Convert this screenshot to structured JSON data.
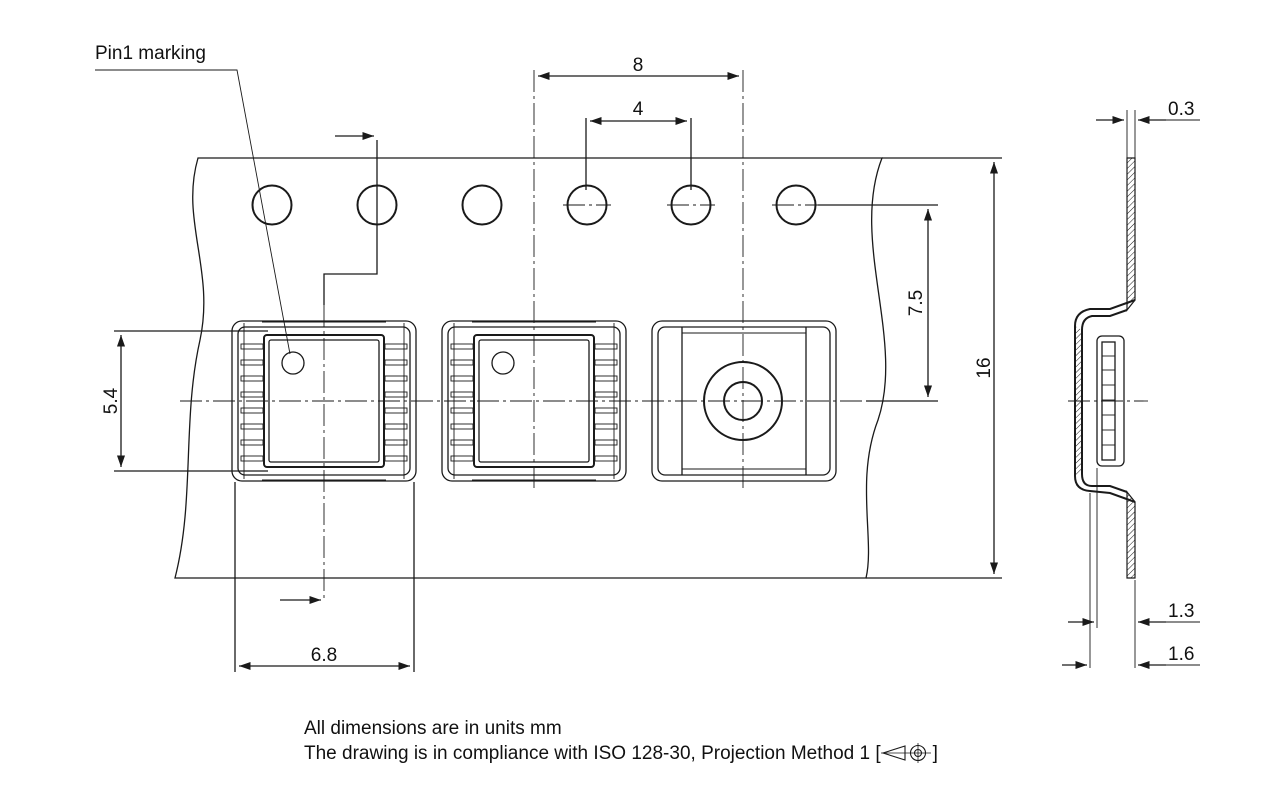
{
  "callout": {
    "pin1": "Pin1 marking"
  },
  "dims": {
    "pitch_8": "8",
    "pitch_4": "4",
    "offset_7_5": "7.5",
    "width_16": "16",
    "cavity_5_4": "5.4",
    "cavity_6_8": "6.8",
    "thick_0_3": "0.3",
    "depth_1_3": "1.3",
    "depth_1_6": "1.6"
  },
  "notes": {
    "units": "All dimensions are in units mm",
    "iso": "The drawing is in compliance with ISO 128-30, Projection Method 1 [",
    "iso_close": "]"
  },
  "colors": {
    "ink": "#1a1a1a",
    "paper": "#ffffff"
  },
  "icons": {
    "projection": "first-angle-projection-icon"
  }
}
